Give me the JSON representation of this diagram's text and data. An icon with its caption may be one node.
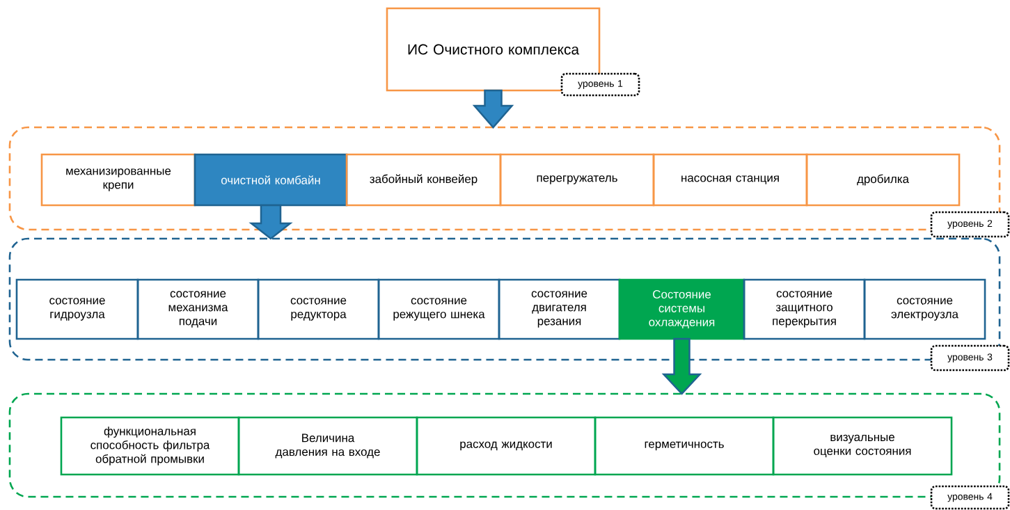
{
  "diagram": {
    "nodes": [
      {
        "text": [
          "ИС Очистного комплекса"
        ]
      },
      {
        "text": [
          "уровень 1"
        ]
      },
      {
        "text": [],
        "shape": "box"
      },
      {
        "text": [
          "механизированные крепи"
        ],
        "in": 2
      },
      {
        "text": [
          "очистной комбайн"
        ],
        "in": 2
      },
      {
        "text": [
          "забойный конвейер"
        ],
        "in": 2
      },
      {
        "text": [
          "перегружатель"
        ],
        "in": 2
      },
      {
        "text": [
          "насосная станция"
        ],
        "in": 2
      },
      {
        "text": [
          "дробилка"
        ],
        "in": 2
      },
      {
        "text": [
          "уровень 2"
        ]
      },
      {
        "text": [],
        "shape": "box"
      },
      {
        "text": [
          "состояние гидроузла"
        ],
        "in": 10
      },
      {
        "text": [
          "состояние механизма подачи"
        ],
        "in": 10
      },
      {
        "text": [
          "состояние редуктора"
        ],
        "in": 10
      },
      {
        "text": [
          "состояние режущего шнека"
        ],
        "in": 10
      },
      {
        "text": [
          "состояние двигателя резания"
        ],
        "in": 10
      },
      {
        "text": [
          "Состояние системы охлаждения"
        ],
        "in": 10
      },
      {
        "text": [
          "состояние защитного перекрытия"
        ],
        "in": 10
      },
      {
        "text": [
          "состояние электроузла"
        ],
        "in": 10
      },
      {
        "text": [
          "уровень 3"
        ]
      },
      {
        "text": [],
        "shape": "box"
      },
      {
        "text": [
          "функциональная способность фильтра обратной промывки"
        ],
        "in": 20
      },
      {
        "text": [
          "Величина давления на входе"
        ],
        "in": 20
      },
      {
        "text": [
          "расход жидкости"
        ],
        "in": 20
      },
      {
        "text": [
          "герметичность"
        ],
        "in": 20
      },
      {
        "text": [
          "визуальные оценки состояния"
        ],
        "in": 20
      },
      {
        "text": [
          "уровень 4"
        ]
      }
    ],
    "edges": [
      {
        "from": 0,
        "to": 2,
        "arrow": "to"
      },
      {
        "from": 4,
        "to": 10,
        "arrow": "to"
      },
      {
        "from": 16,
        "to": 20,
        "arrow": "to",
        "color": "#00a650"
      }
    ]
  }
}
